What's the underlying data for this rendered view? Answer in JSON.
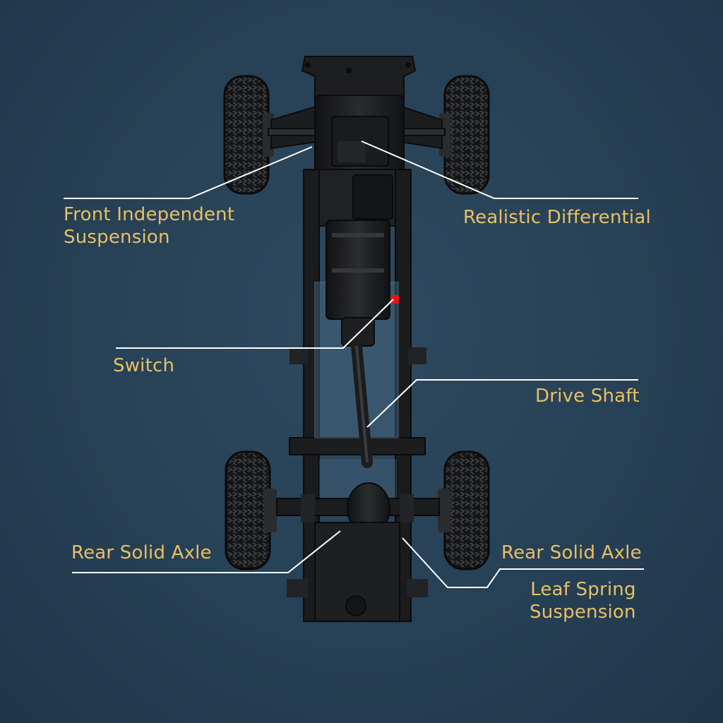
{
  "labels": {
    "front_suspension": {
      "line1": "Front Independent",
      "line2": "Suspension"
    },
    "differential": "Realistic Differential",
    "switch": "Switch",
    "drive_shaft": "Drive Shaft",
    "rear_axle_left": "Rear Solid Axle",
    "rear_axle_right": "Rear Solid Axle",
    "leaf_spring": {
      "line1": "Leaf Spring",
      "line2": "Suspension"
    }
  },
  "colors": {
    "background": "#264055",
    "label_text": "#e8c064",
    "leader_line": "#ffffff",
    "chassis": "#1b1c1e",
    "switch_indicator": "#e01818"
  },
  "icons": {
    "tire": "tire-icon",
    "switch_led": "red-square"
  }
}
